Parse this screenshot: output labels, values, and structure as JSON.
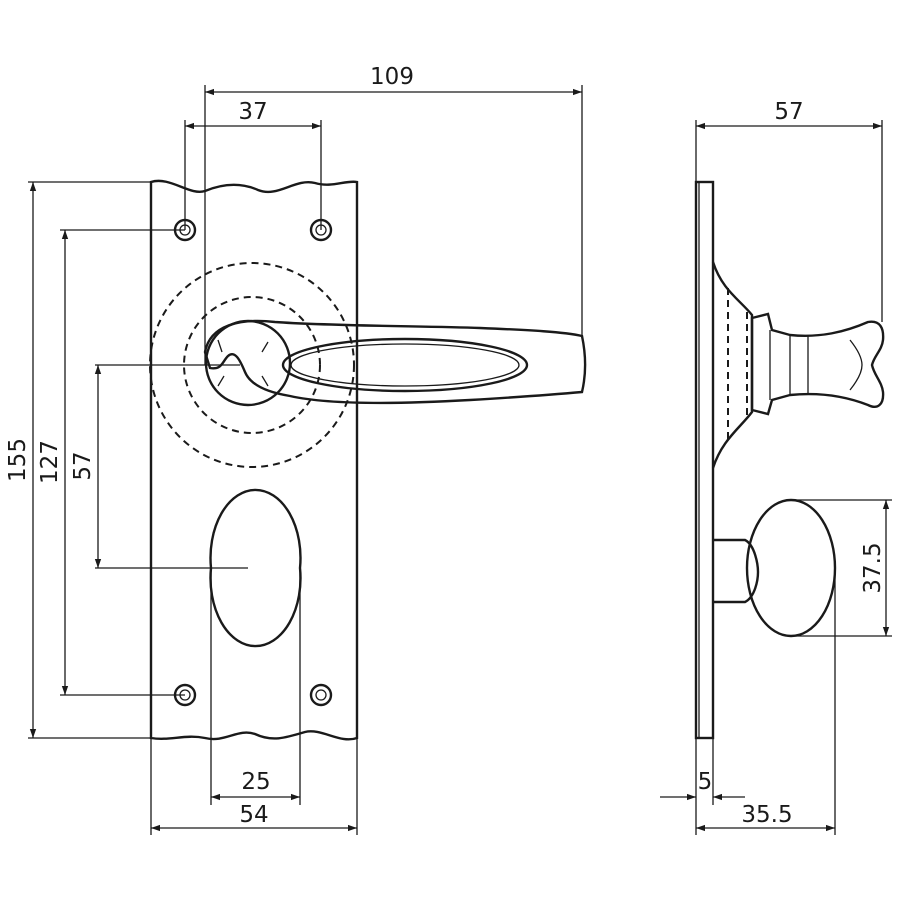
{
  "dimensions": {
    "overall_projection": "109",
    "screw_to_spindle": "37",
    "plate_height": "155",
    "screw_centers": "127",
    "spindle_to_keyhole": "57",
    "keyhole_width": "25",
    "plate_width": "54",
    "side_projection": "57",
    "thumbturn_diameter": "37.5",
    "plate_thickness": "5",
    "thumbturn_projection": "35.5"
  }
}
